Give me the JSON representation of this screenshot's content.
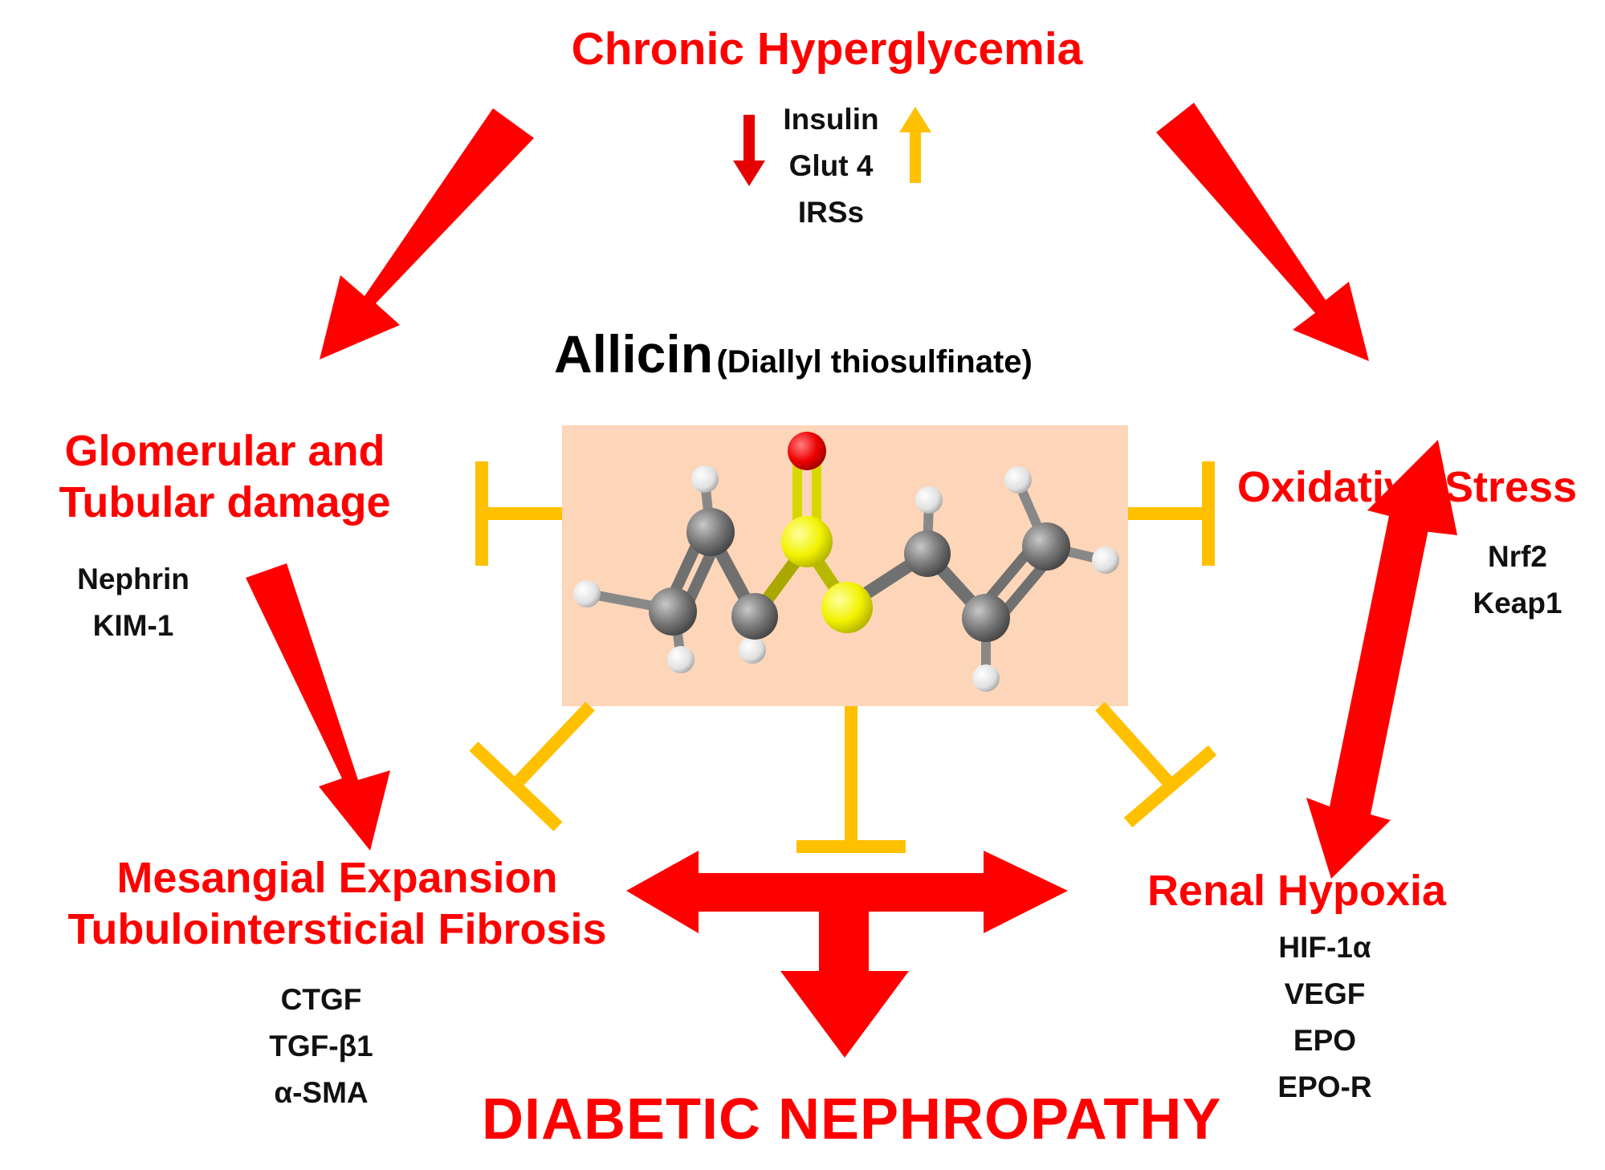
{
  "title": {
    "text": "Chronic Hyperglycemia",
    "color": "#ff0000"
  },
  "insulin_markers": [
    "Insulin",
    "Glut 4",
    "IRSs"
  ],
  "allicin": {
    "name": "Allicin",
    "subtitle": "(Diallyl thiosulfinate)",
    "box_color": "#fdd5b8"
  },
  "left_top": {
    "title_lines": [
      "Glomerular and",
      "Tubular damage"
    ],
    "markers": [
      "Nephrin",
      "KIM-1"
    ]
  },
  "right_top": {
    "title": "Oxidative Stress",
    "markers": [
      "Nrf2",
      "Keap1"
    ]
  },
  "left_bottom": {
    "title_lines": [
      "Mesangial Expansion",
      "Tubulointersticial Fibrosis"
    ],
    "markers": [
      "CTGF",
      "TGF-β1",
      "α-SMA"
    ]
  },
  "right_bottom": {
    "title": "Renal Hypoxia",
    "markers": [
      "HIF-1α",
      "VEGF",
      "EPO",
      "EPO-R"
    ]
  },
  "outcome": {
    "text": "DIABETIC NEPHROPATHY"
  },
  "colors": {
    "arrow_red": "#ff0000",
    "inhibit_yellow": "#ffc000",
    "arrow_down": "#e60000",
    "arrow_up": "#ffc000"
  }
}
